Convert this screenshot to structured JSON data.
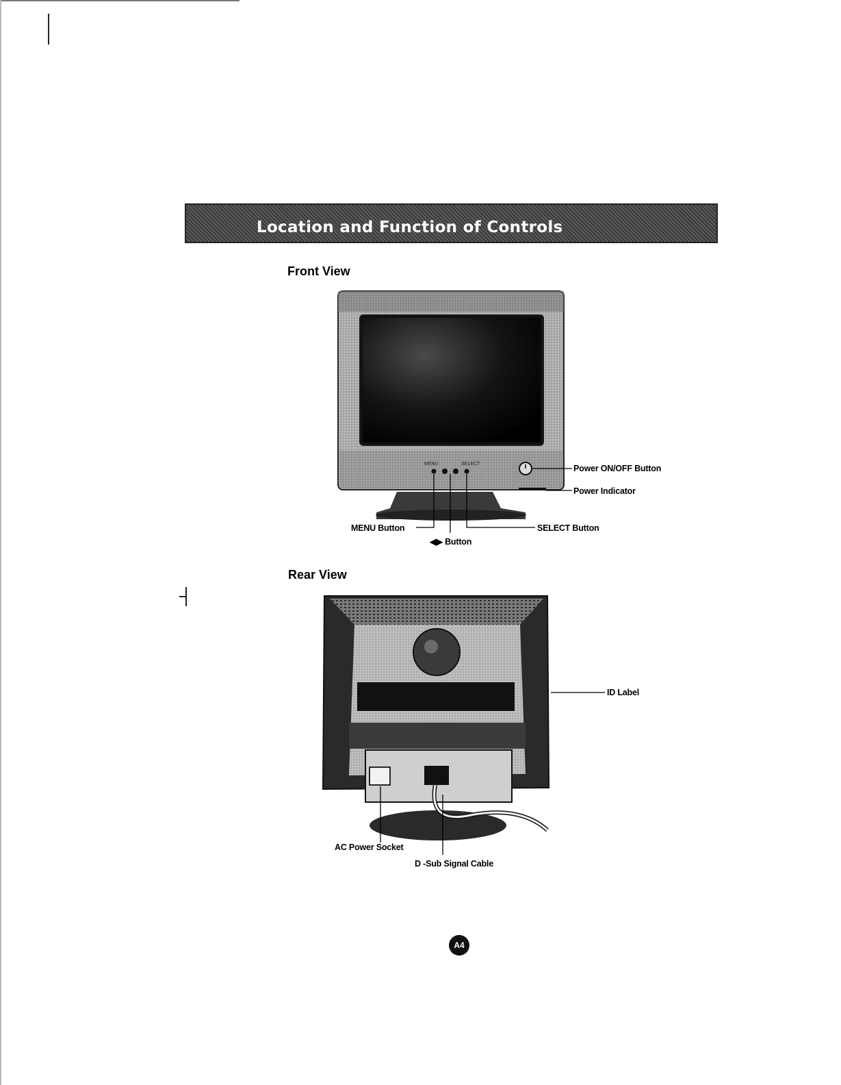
{
  "header": {
    "title": "Location and Function of Controls"
  },
  "front_view": {
    "heading": "Front View",
    "bezel_labels": {
      "menu": "MENU",
      "select": "SELECT"
    },
    "callouts": {
      "power_button": "Power ON/OFF Button",
      "power_indicator": "Power Indicator",
      "menu_button": "MENU Button",
      "arrow_button": "◀▶ Button",
      "select_button": "SELECT Button"
    }
  },
  "rear_view": {
    "heading": "Rear View",
    "callouts": {
      "id_label": "ID Label",
      "ac_power_socket": "AC Power Socket",
      "dsub_cable": "D -Sub Signal Cable"
    }
  },
  "footer": {
    "page_number": "A4"
  }
}
